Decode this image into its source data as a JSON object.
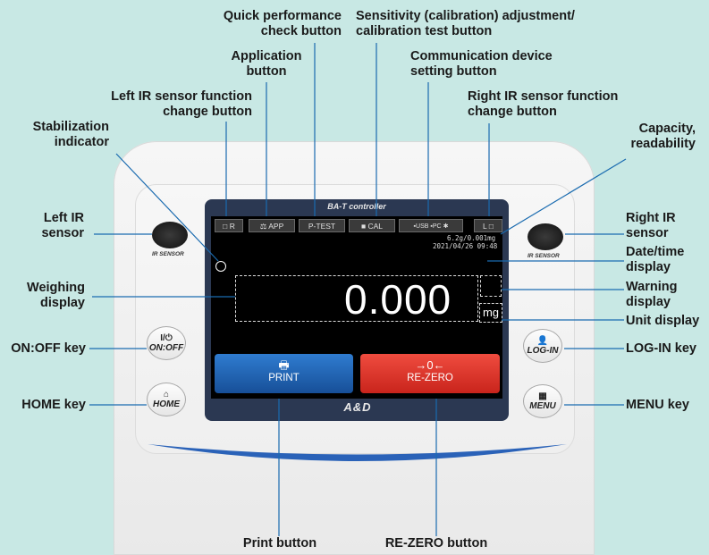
{
  "callouts": {
    "quick_perf_1": "Quick performance",
    "quick_perf_2": "check button",
    "sensitivity_1": "Sensitivity (calibration) adjustment/",
    "sensitivity_2": "calibration test button",
    "application_1": "Application",
    "application_2": "button",
    "comm_1": "Communication device",
    "comm_2": "setting button",
    "left_ir_fn_1": "Left IR sensor function",
    "left_ir_fn_2": "change button",
    "right_ir_fn_1": "Right IR sensor function",
    "right_ir_fn_2": "change button",
    "stab_1": "Stabilization",
    "stab_2": "indicator",
    "capacity_1": "Capacity,",
    "capacity_2": "readability",
    "left_ir_1": "Left IR",
    "left_ir_2": "sensor",
    "right_ir_1": "Right IR",
    "right_ir_2": "sensor",
    "datetime_1": "Date/time",
    "datetime_2": "display",
    "weighing_1": "Weighing",
    "weighing_2": "display",
    "warning_1": "Warning",
    "warning_2": "display",
    "unit": "Unit display",
    "onoff": "ON:OFF key",
    "login": "LOG-IN key",
    "home": "HOME key",
    "menu": "MENU key",
    "print": "Print button",
    "rezero": "RE-ZERO button"
  },
  "device": {
    "screen_title": "BA-T controller",
    "ir_sensor_label": "IR SENSOR",
    "tab_left_ir": "R",
    "tab_app": "APP",
    "tab_ptest": "P-TEST",
    "tab_cal": "CAL",
    "tab_usb": "USB",
    "tab_pc": "PC",
    "tab_right_ir": "L",
    "capacity": "6.2g/0.001mg",
    "datetime": "2021/04/26 09:48",
    "weight": "0.000",
    "unit": "mg",
    "print_label": "PRINT",
    "rezero_label": "RE-ZERO",
    "rezero_icon": "→0←",
    "onoff_top": "I/⏻",
    "onoff_label": "ON:OFF",
    "login_label": "LOG-IN",
    "home_label": "HOME",
    "menu_label": "MENU",
    "brand": "A&D"
  },
  "colors": {
    "background": "#c8e8e4",
    "print_button": "#1f64b4",
    "rezero_button": "#e2312a",
    "callout_line": "#1a6bb0"
  }
}
